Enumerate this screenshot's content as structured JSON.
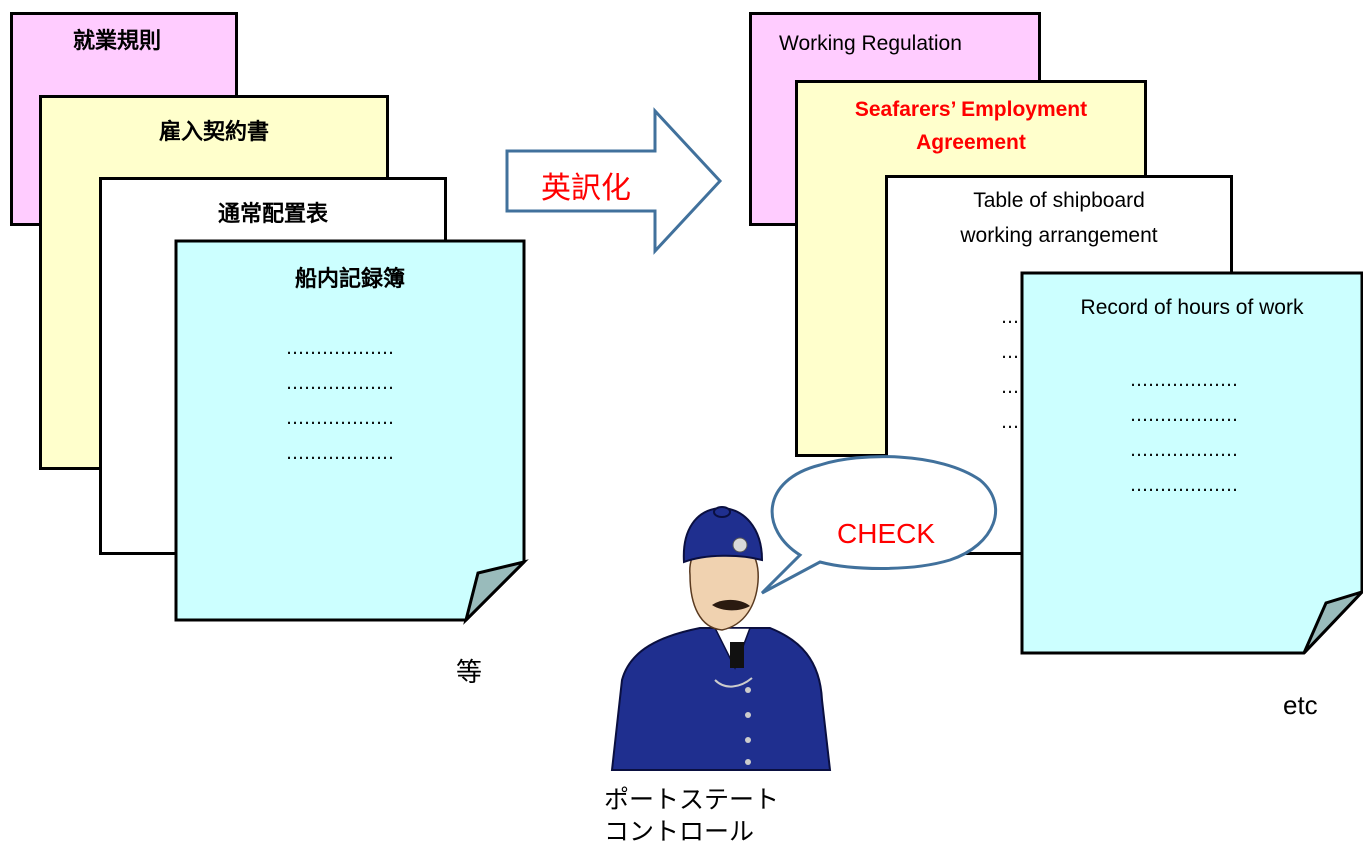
{
  "japanese_docs": {
    "doc1_title": "就業規則",
    "doc2_title": "雇入契約書",
    "doc3_title": "通常配置表",
    "doc4_title": "船内記録簿",
    "dot_lines": [
      "………………",
      "………………",
      "………………",
      "………………"
    ],
    "etc_label": "等"
  },
  "arrow": {
    "label": "英訳化",
    "label_color": "#ff0000"
  },
  "english_docs": {
    "doc1_title": "Working Regulation",
    "doc2_title_line1": "Seafarers’ Employment",
    "doc2_title_line2": "Agreement",
    "doc2_title_color": "#ff0000",
    "doc3_title_line1": "Table of shipboard",
    "doc3_title_line2": "working arrangement",
    "doc3_dot_lines": [
      "…",
      "…",
      "…",
      "…"
    ],
    "doc4_title": "Record of hours of work",
    "dot_lines": [
      "………………",
      "………………",
      "………………",
      "………………"
    ],
    "etc_label": "etc"
  },
  "speech_bubble": {
    "label": "CHECK",
    "label_color": "#ff0000"
  },
  "officer": {
    "caption_line1": "ポートステート",
    "caption_line2": "コントロール"
  },
  "colors": {
    "pink": "#ffccff",
    "yellow": "#ffffcc",
    "cyan": "#ccffff",
    "arrow_stroke": "#41719c",
    "uniform": "#1f2f8f"
  }
}
